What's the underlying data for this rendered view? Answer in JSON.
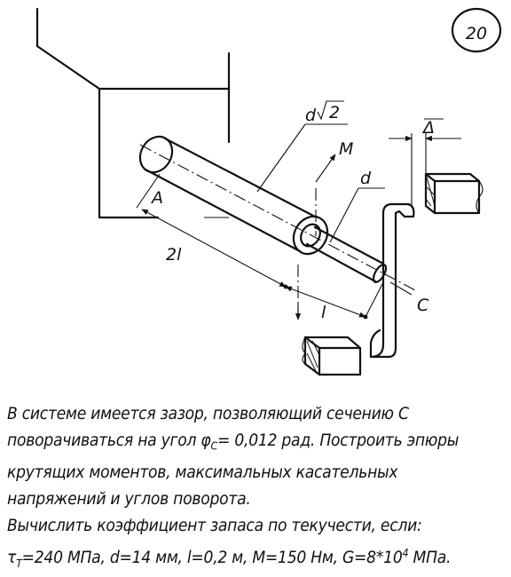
{
  "problem_number": "20",
  "labels": {
    "dim_diameter_large_prefix": "d",
    "dim_diameter_large_radicand": "2",
    "dim_diameter_small": "d",
    "torque": "M",
    "section_a": "A",
    "section_c": "C",
    "length_2l": "2l",
    "length_l": "l",
    "gap": "Δ"
  },
  "text": {
    "line1": "В системе имеется зазор, позволяющий сечению С",
    "line2_a": "поворачиваться на угол φ",
    "line2_sub": "С",
    "line2_b": "= 0,012 рад. Построить эпюры",
    "line3": "крутящих моментов, максимальных касательных",
    "line4": "напряжений и углов поворота.",
    "line5": "Вычислить коэффициент запаса по текучести, если:",
    "line6_tau": "τ",
    "line6_tau_sub": "Т",
    "line6_a": "=240 МПа, d=14 мм, l=0,2 м, M=150 Нм, G=8*10",
    "line6_sup": "4",
    "line6_b": " МПа."
  }
}
